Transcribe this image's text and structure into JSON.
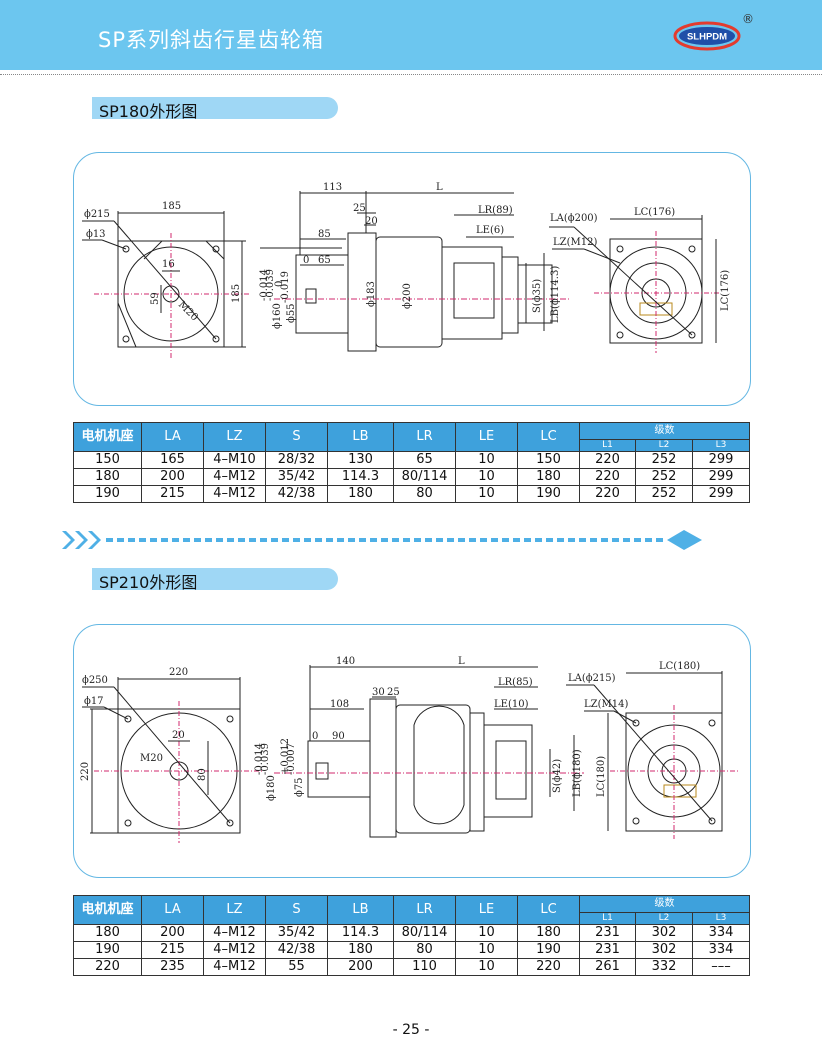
{
  "header": {
    "title": "SP系列斜齿行星齿轮箱",
    "logo_text": "SLHPDM",
    "reg_mark": "®"
  },
  "sections": [
    {
      "tab_label": "SP180外形图",
      "front_view": {
        "d_outer": "ϕ215",
        "d_hole": "ϕ13",
        "width_dim": "185",
        "height_dim": "185",
        "key_w": "16",
        "key_h": "59",
        "thread": "M20"
      },
      "side_view": {
        "len_113": "113",
        "len_L": "L",
        "len_25": "25",
        "len_20": "20",
        "len_85": "85",
        "len_65": "65",
        "zero": "0",
        "shaft_d": "ϕ55",
        "shaft_tol_upper": "0",
        "shaft_tol_lower": "-0.019",
        "flange_d": "ϕ160",
        "flange_tol_upper": "-0.014",
        "flange_tol_lower": "-0.039",
        "d183": "ϕ183",
        "d200": "ϕ200",
        "LR": "LR(89)",
        "LE": "LE(6)",
        "S": "S(ϕ35)",
        "LB": "LB(ϕ114.3)"
      },
      "rear_view": {
        "LA": "LA(ϕ200)",
        "LC": "LC(176)",
        "LZ": "LZ(M12)",
        "LC_v": "LC(176)"
      },
      "table": {
        "headers": [
          "电机机座",
          "LA",
          "LZ",
          "S",
          "LB",
          "LR",
          "LE",
          "LC"
        ],
        "group_label": "级数",
        "sub_headers": [
          "L1",
          "L2",
          "L3"
        ],
        "rows": [
          [
            "150",
            "165",
            "4–M10",
            "28/32",
            "130",
            "65",
            "10",
            "150",
            "220",
            "252",
            "299"
          ],
          [
            "180",
            "200",
            "4–M12",
            "35/42",
            "114.3",
            "80/114",
            "10",
            "180",
            "220",
            "252",
            "299"
          ],
          [
            "190",
            "215",
            "4–M12",
            "42/38",
            "180",
            "80",
            "10",
            "190",
            "220",
            "252",
            "299"
          ]
        ]
      }
    },
    {
      "tab_label": "SP210外形图",
      "front_view": {
        "d_outer": "ϕ250",
        "d_hole": "ϕ17",
        "width_dim": "220",
        "height_dim": "220",
        "key_w": "20",
        "key_h": "80",
        "thread": "M20"
      },
      "side_view": {
        "len_140": "140",
        "len_L": "L",
        "len_30": "30",
        "len_25": "25",
        "len_108": "108",
        "len_90": "90",
        "zero": "0",
        "shaft_d": "ϕ75",
        "shaft_tol_upper": "+0.012",
        "shaft_tol_lower": "-0.007",
        "flange_d": "ϕ180",
        "flange_tol_upper": "-0.014",
        "flange_tol_lower": "-0.039",
        "LR": "LR(85)",
        "LE": "LE(10)",
        "S": "S(ϕ42)",
        "LB": "LB(ϕ180)"
      },
      "rear_view": {
        "LA": "LA(ϕ215)",
        "LC": "LC(180)",
        "LZ": "LZ(M14)",
        "LC_v": "LC(180)"
      },
      "table": {
        "headers": [
          "电机机座",
          "LA",
          "LZ",
          "S",
          "LB",
          "LR",
          "LE",
          "LC"
        ],
        "group_label": "级数",
        "sub_headers": [
          "L1",
          "L2",
          "L3"
        ],
        "rows": [
          [
            "180",
            "200",
            "4–M12",
            "35/42",
            "114.3",
            "80/114",
            "10",
            "180",
            "231",
            "302",
            "334"
          ],
          [
            "190",
            "215",
            "4–M12",
            "42/38",
            "180",
            "80",
            "10",
            "190",
            "231",
            "302",
            "334"
          ],
          [
            "220",
            "235",
            "4–M12",
            "55",
            "200",
            "110",
            "10",
            "220",
            "261",
            "332",
            "–––"
          ]
        ]
      }
    }
  ],
  "footer": {
    "page_number": "- 25 -"
  },
  "colors": {
    "header_bg": "#6cc6ef",
    "tab_bg": "#9fd7f5",
    "table_header": "#3ea1dc",
    "accent": "#2a9ad8",
    "drawing_border": "#64b7e3"
  }
}
